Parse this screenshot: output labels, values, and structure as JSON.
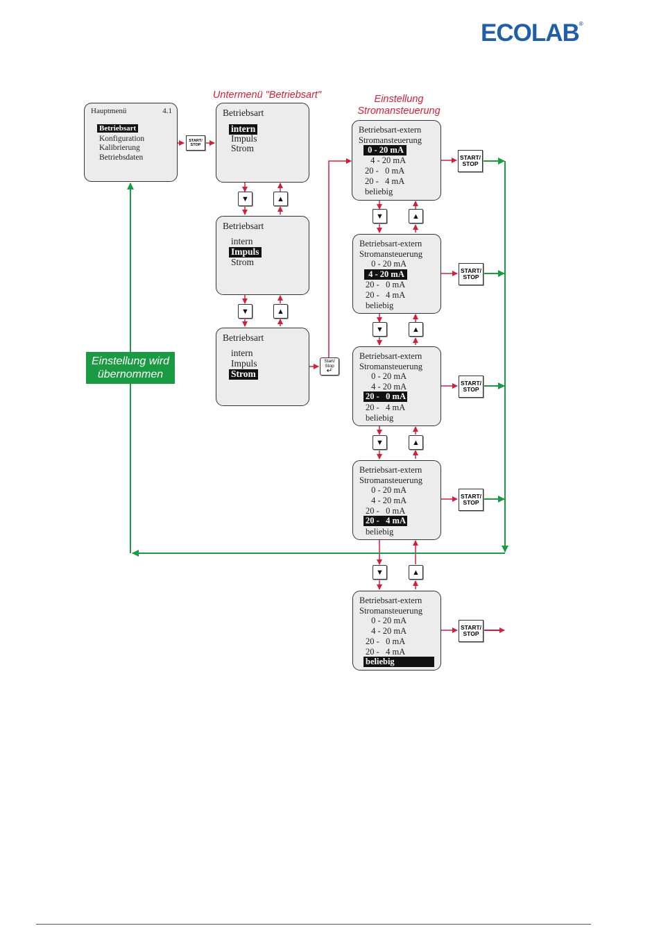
{
  "logo": {
    "text": "ECOLAB",
    "mark": "®"
  },
  "captions": {
    "submenu": "Untermenü \"Betriebsart\"",
    "setting_line1": "Einstellung",
    "setting_line2": "Stromansteuerung"
  },
  "main_menu": {
    "title": "Hauptmenü",
    "number": "4.1",
    "items": [
      "Betriebsart",
      "Konfiguration",
      "Kalibrierung",
      "Betriebsdaten"
    ],
    "selected": 0
  },
  "submenu_panels": [
    {
      "title": "Betriebsart",
      "items": [
        "intern",
        "Impuls",
        "Strom"
      ],
      "selected": 0
    },
    {
      "title": "Betriebsart",
      "items": [
        "intern",
        "Impuls",
        "Strom"
      ],
      "selected": 1
    },
    {
      "title": "Betriebsart",
      "items": [
        "intern",
        "Impuls",
        "Strom"
      ],
      "selected": 2
    }
  ],
  "current_panels": [
    {
      "title1": "Betriebsart-extern",
      "title2": "Stromansteuerung",
      "items": [
        " 0 - 20 mA",
        " 4 - 20 mA",
        "20 -   0 mA",
        "20 -   4 mA",
        "beliebig"
      ],
      "selected": 0
    },
    {
      "title1": "Betriebsart-extern",
      "title2": "Stromansteuerung",
      "items": [
        " 0 - 20 mA",
        " 4 - 20 mA",
        "20 -   0 mA",
        "20 -   4 mA",
        "beliebig"
      ],
      "selected": 1
    },
    {
      "title1": "Betriebsart-extern",
      "title2": "Stromansteuerung",
      "items": [
        " 0 - 20 mA",
        " 4 - 20 mA",
        "20 -   0 mA",
        "20 -   4 mA",
        "beliebig"
      ],
      "selected": 2
    },
    {
      "title1": "Betriebsart-extern",
      "title2": "Stromansteuerung",
      "items": [
        " 0 - 20 mA",
        " 4 - 20 mA",
        "20 -   0 mA",
        "20 -   4 mA",
        "beliebig"
      ],
      "selected": 3
    },
    {
      "title1": "Betriebsart-extern",
      "title2": "Stromansteuerung",
      "items": [
        " 0 - 20 mA",
        " 4 - 20 mA",
        "20 -   0 mA",
        "20 -   4 mA",
        "beliebig"
      ],
      "selected": 4
    }
  ],
  "buttons": {
    "start_stop_line1": "START/",
    "start_stop_line2": "STOP",
    "enter_line1": "Start/",
    "enter_line2": "Stop",
    "enter_symbol": "↵",
    "down_symbol": "▼",
    "up_symbol": "▲"
  },
  "accepted_note": {
    "line1": "Einstellung wird",
    "line2": "übernommen"
  },
  "colors": {
    "red": "#d2203b",
    "green": "#1a9a42",
    "logo_blue": "#1f5fa8",
    "panel_bg": "#ececec"
  }
}
